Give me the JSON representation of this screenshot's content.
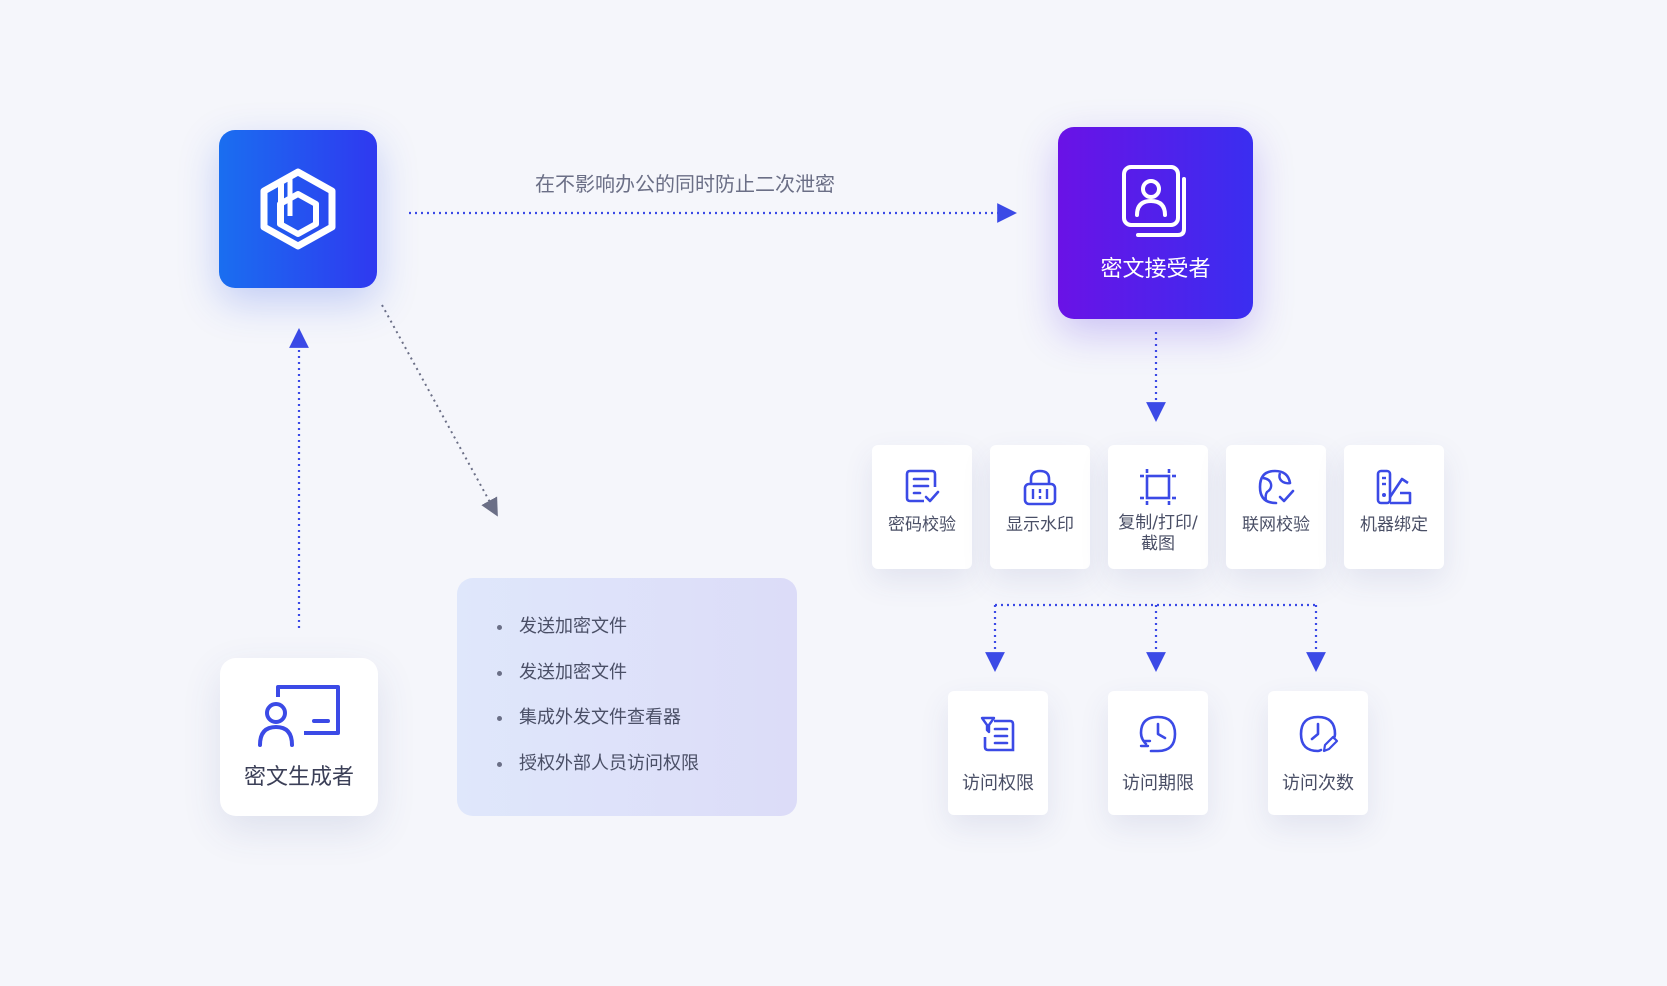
{
  "caption": "在不影响办公的同时防止二次泄密",
  "receiver": {
    "label": "密文接受者",
    "icon": "user-document-icon"
  },
  "generator": {
    "label": "密文生成者",
    "icon": "presenter-icon"
  },
  "hub": {
    "icon": "cube-logo-icon"
  },
  "info_list": [
    "发送加密文件",
    "发送加密文件",
    "集成外发文件查看器",
    "授权外部人员访问权限"
  ],
  "features": [
    {
      "label": "密码校验",
      "icon": "checklist-icon"
    },
    {
      "label": "显示水印",
      "icon": "lock-watermark-icon"
    },
    {
      "label": "复制/打印/截图",
      "icon": "crop-frame-icon"
    },
    {
      "label": "联网校验",
      "icon": "globe-check-icon"
    },
    {
      "label": "机器绑定",
      "icon": "device-bind-icon"
    }
  ],
  "permissions": [
    {
      "label": "访问权限",
      "icon": "filter-list-icon"
    },
    {
      "label": "访问期限",
      "icon": "clock-icon"
    },
    {
      "label": "访问次数",
      "icon": "clock-edit-icon"
    }
  ],
  "colors": {
    "accent": "#3b4ae6",
    "hub_start": "#1a6ef0",
    "hub_end": "#2f39f0",
    "receiver_start": "#6a12e6",
    "receiver_end": "#3a2ef0",
    "text": "#4a4f66"
  }
}
